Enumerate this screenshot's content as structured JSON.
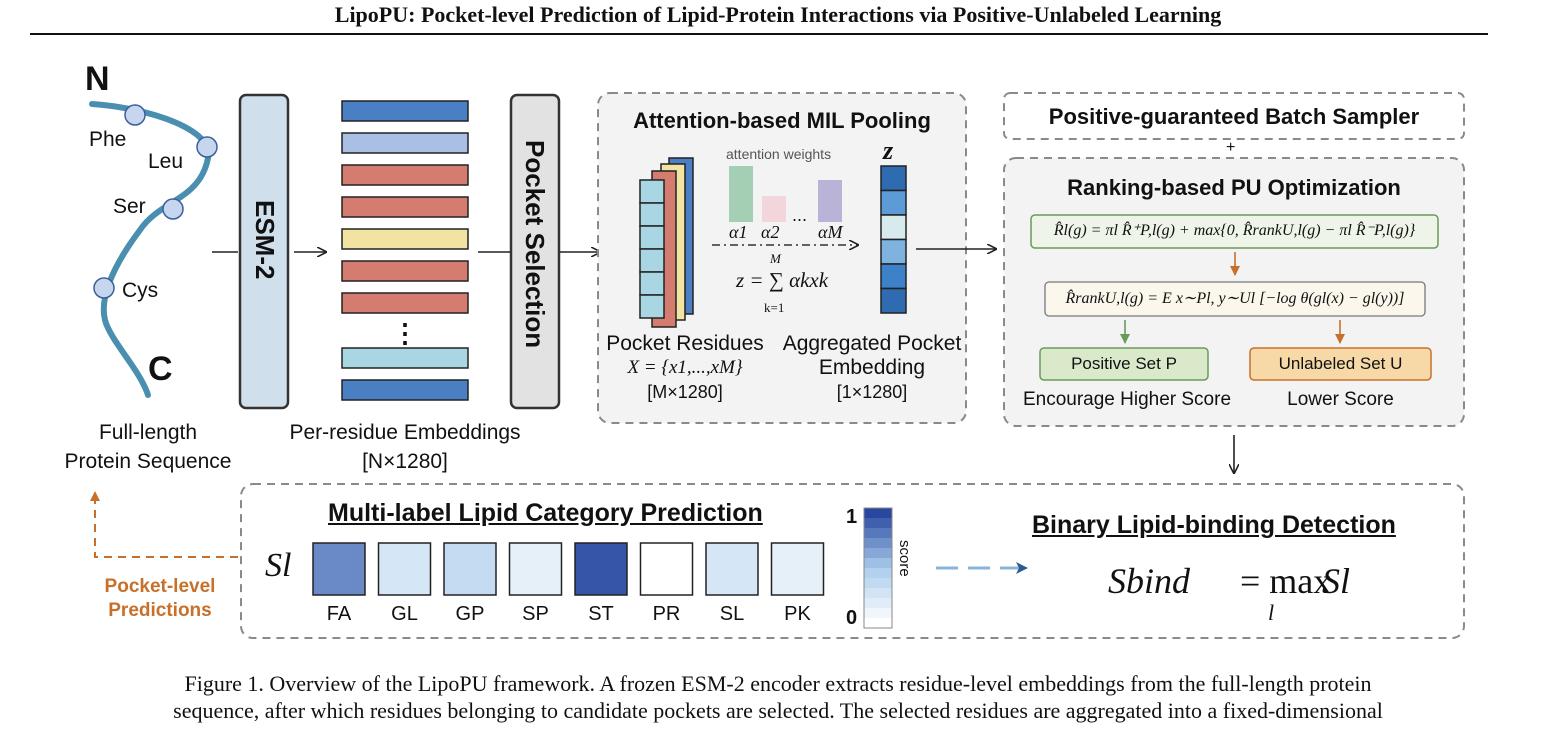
{
  "title": "LipoPU: Pocket-level Prediction of Lipid-Protein Interactions via Positive-Unlabeled Learning",
  "sequence": {
    "n_term": "N",
    "c_term": "C",
    "residues": [
      "Phe",
      "Leu",
      "Ser",
      "Cys"
    ],
    "label_line1": "Full-length",
    "label_line2": "Protein Sequence"
  },
  "encoder": {
    "label": "ESM-2"
  },
  "embeddings": {
    "label": "Per-residue Embeddings",
    "shape": "[N×1280]",
    "ellipsis": "⋮",
    "colors": [
      "#4a7fc4",
      "#a9bfe3",
      "#d47c70",
      "#d47c70",
      "#f2e3a2",
      "#d47c70",
      "#d47c70",
      "#a8d6e3",
      "#4a7fc4"
    ]
  },
  "pocket_selection": {
    "label": "Pocket Selection"
  },
  "mil": {
    "title": "Attention-based MIL Pooling",
    "attention_label": "attention weights",
    "alphas": [
      "α1",
      "α2",
      "...",
      "αM"
    ],
    "alpha_colors": [
      "#a5cfb5",
      "#f3d5dc",
      "#b9b3d8"
    ],
    "formula": "z = ∑ αkxk",
    "sum_top": "M",
    "sum_bottom": "k=1",
    "z_label": "z",
    "pocket_label": "Pocket Residues",
    "pocket_set": "X = {x1,...,xM}",
    "pocket_shape": "[M×1280]",
    "agg_label_line1": "Aggregated Pocket",
    "agg_label_line2": "Embedding",
    "agg_shape": "[1×1280]",
    "z_colors": [
      "#2f6bb0",
      "#5d9bd6",
      "#d7ebef",
      "#7db3de",
      "#3d82c8",
      "#2f6bb0"
    ]
  },
  "sampler": {
    "title": "Positive-guaranteed Batch Sampler",
    "plus": "+"
  },
  "ranking": {
    "title": "Ranking-based PU Optimization",
    "eq1": "R̂l(g) = πl R̂⁺P,l(g) + max{0, R̂rankU,l(g) − πl R̂⁻P,l(g)}",
    "eq2": "R̂rankU,l(g) = E x∼Pl, y∼Ul [−log θ(gl(x) − gl(y))]",
    "positive_set": "Positive Set P",
    "unlabeled_set": "Unlabeled Set U",
    "encourage": "Encourage Higher Score",
    "lower": "Lower Score"
  },
  "multilabel": {
    "title": "Multi-label Lipid Category Prediction",
    "s_label": "Sl",
    "categories": [
      "FA",
      "GL",
      "GP",
      "SP",
      "ST",
      "PR",
      "SL",
      "PK"
    ],
    "scores": [
      0.75,
      0.25,
      0.35,
      0.15,
      0.95,
      0.0,
      0.25,
      0.15
    ],
    "scale_max": "1",
    "scale_min": "0",
    "scale_label": "score"
  },
  "binary": {
    "title": "Binary Lipid-binding Detection",
    "formula_left": "Sbind",
    "formula_eq": "= max",
    "formula_sub": "l",
    "formula_right": "Sl"
  },
  "feedback": {
    "line1": "Pocket-level",
    "line2": "Predictions",
    "color": "#c8702a"
  },
  "caption": {
    "line1": "Figure 1. Overview of the LipoPU framework. A frozen ESM-2 encoder extracts residue-level embeddings from the full-length protein",
    "line2": "sequence, after which residues belonging to candidate pockets are selected. The selected residues are aggregated into a fixed-dimensional"
  }
}
